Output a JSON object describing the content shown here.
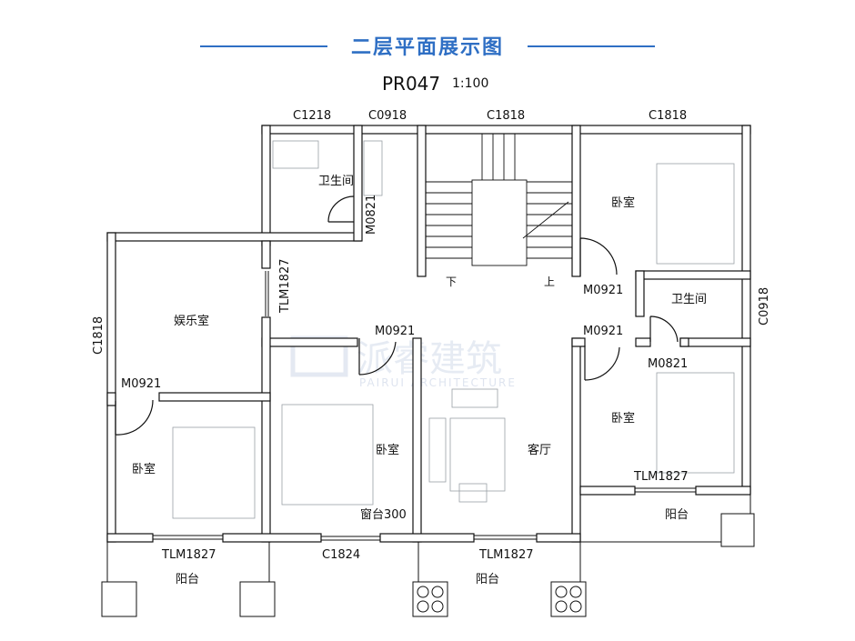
{
  "header": {
    "title": "二层平面展示图",
    "code": "PR047",
    "scale": "1:100",
    "accent_color": "#2f6fc4"
  },
  "rooms": {
    "bathroom_top": "卫生间",
    "bathroom_right": "卫生间",
    "bedroom_ne": "卧室",
    "bedroom_e": "卧室",
    "bedroom_sw": "卧室",
    "bedroom_s": "卧室",
    "entertainment": "娱乐室",
    "living": "客厅",
    "balcony_sw": "阳台",
    "balcony_s": "阳台",
    "balcony_se": "阳台"
  },
  "openings": {
    "c1218": "C1218",
    "c0918_top": "C0918",
    "c1818_top": "C1818",
    "c1818_right": "C1818",
    "c1818_left": "C1818",
    "c0918_right": "C0918",
    "c1824": "C1824",
    "m0821_top": "M0821",
    "m0821_right": "M0821",
    "m0921_stair": "M0921",
    "m0921_center": "M0921",
    "m0921_right": "M0921",
    "m0921_left": "M0921",
    "tlm1827_left": "TLM1827",
    "tlm1827_sw": "TLM1827",
    "tlm1827_s": "TLM1827",
    "tlm1827_se": "TLM1827"
  },
  "stair": {
    "down": "下",
    "up": "上"
  },
  "notes": {
    "window_sill": "窗台300"
  },
  "watermark": {
    "main": "派睿建筑",
    "sub": "PAIRUI ARCHITECTURE"
  }
}
